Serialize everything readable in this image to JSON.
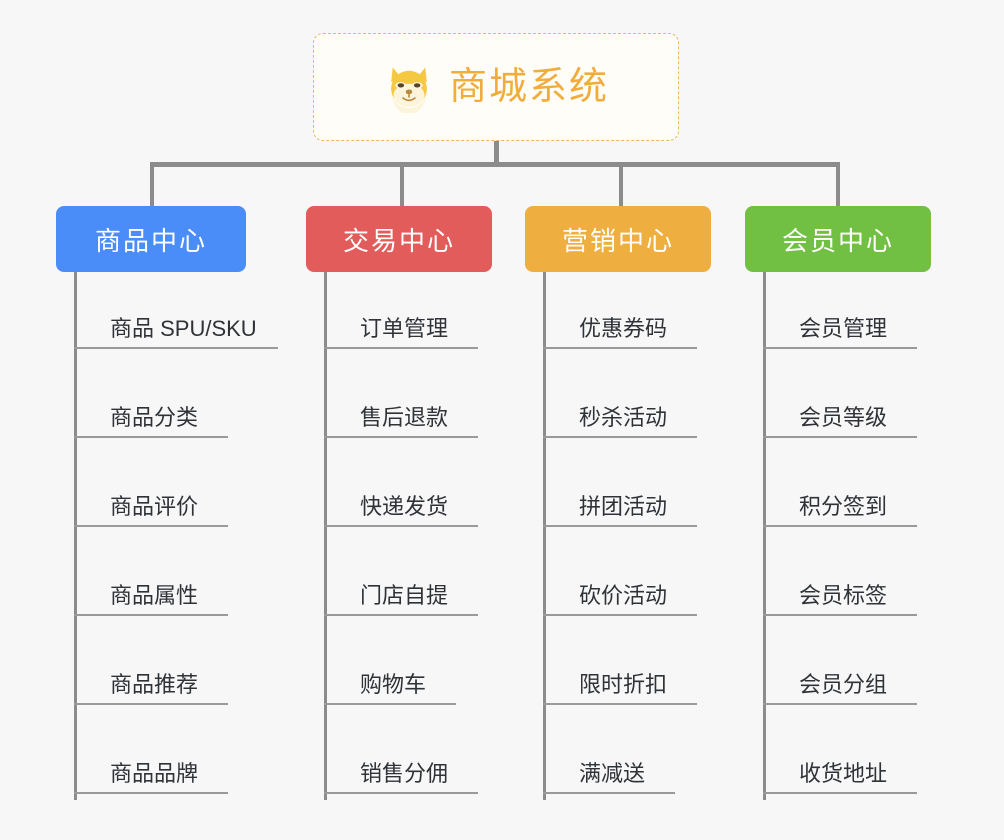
{
  "diagram": {
    "type": "mind-map",
    "background_color": "#f7f7f7",
    "root": {
      "title": "商城系统",
      "icon": "shiba-dog-face-icon",
      "text_color": "#f0ad3e",
      "border_color": "#e8b760",
      "background_color": "#fffdf8"
    },
    "connector_color": "#8c8c8c",
    "branches": [
      {
        "label": "商品中心",
        "color": "#4b8df8",
        "items": [
          "商品 SPU/SKU",
          "商品分类",
          "商品评价",
          "商品属性",
          "商品推荐",
          "商品品牌"
        ]
      },
      {
        "label": "交易中心",
        "color": "#e25c5c",
        "items": [
          "订单管理",
          "售后退款",
          "快递发货",
          "门店自提",
          "购物车",
          "销售分佣"
        ]
      },
      {
        "label": "营销中心",
        "color": "#eeae40",
        "items": [
          "优惠券码",
          "秒杀活动",
          "拼团活动",
          "砍价活动",
          "限时折扣",
          "满减送"
        ]
      },
      {
        "label": "会员中心",
        "color": "#72c043",
        "items": [
          "会员管理",
          "会员等级",
          "积分签到",
          "会员标签",
          "会员分组",
          "收货地址"
        ]
      }
    ]
  }
}
